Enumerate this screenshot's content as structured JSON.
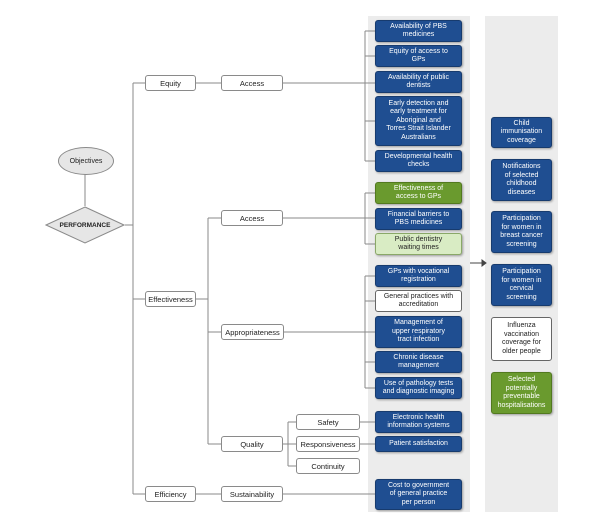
{
  "root": {
    "objectives": "Objectives",
    "performance": "PERFORMANCE"
  },
  "domains": {
    "equity": "Equity",
    "effectiveness": "Effectiveness",
    "efficiency": "Efficiency"
  },
  "sub": {
    "access_equity": "Access",
    "access_eff": "Access",
    "appropriateness": "Appropriateness",
    "quality": "Quality",
    "sustainability": "Sustainability"
  },
  "quality_dims": {
    "safety": "Safety",
    "responsiveness": "Responsiveness",
    "continuity": "Continuity"
  },
  "indicators": {
    "pbs_availability": "Availability of PBS\nmedicines",
    "gp_equity": "Equity of access to\nGPs",
    "dentists_availability": "Availability of public\ndentists",
    "early_detection": "Early detection and\nearly treatment for\nAboriginal and\nTorres Strait Islander\nAustralians",
    "dev_checks": "Developmental health\nchecks",
    "gp_access_effect": "Effectiveness of\naccess to GPs",
    "financial_barriers": "Financial barriers to\nPBS medicines",
    "dentistry_waiting": "Public dentistry\nwaiting times",
    "gp_vocational": "GPs with vocational\nregistration",
    "gp_accreditation": "General practices with\naccreditation",
    "urti_management": "Management of\nupper respiratory\ntract infection",
    "chronic_disease": "Chronic disease\nmanagement",
    "pathology_imaging": "Use of pathology tests\nand diagnostic imaging",
    "e_health": "Electronic health\ninformation systems",
    "patient_satisfaction": "Patient satisfaction",
    "gov_cost": "Cost to government\nof general practice\nper person"
  },
  "outcomes": {
    "child_immunisation": "Child\nimmunisation\ncoverage",
    "notifications": "Notifications\nof selected\nchildhood\ndiseases",
    "breast_cancer": "Participation\nfor women in\nbreast cancer\nscreening",
    "cervical": "Participation\nfor women in\ncervical\nscreening",
    "influenza": "Influenza\nvaccination\ncoverage for\nolder people",
    "hospitalisations": "Selected\npotentially\npreventable\nhospitalisations"
  },
  "colors": {
    "indicator_blue": "#1f4e91",
    "indicator_green": "#6a9a2e",
    "indicator_light_green": "#d9ecc4",
    "panel_grey": "#ececec",
    "connector": "#8a8a8a"
  }
}
